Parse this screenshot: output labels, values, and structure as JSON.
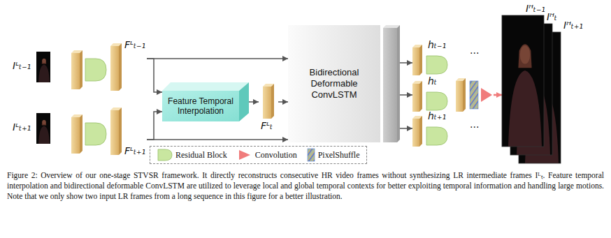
{
  "diagram": {
    "caption": "Figure 2: Overview of our one-stage STVSR framework. It directly reconstructs consecutive HR video frames without synthesizing LR intermediate frames Iᴸₜ. Feature temporal interpolation and bidirectional deformable ConvLSTM are utilized to leverage local and global temporal contexts for better exploiting temporal information and handling large motions. Note that we only show two input LR frames from a long sequence in this figure for a better illustration.",
    "nodes": [
      {
        "text": [
          "Iᴸₜ₋₁"
        ]
      },
      {
        "text": [
          "Iᴸₜ₊₁"
        ]
      },
      {
        "text": [
          "Fᴸₜ₋₁"
        ]
      },
      {
        "text": [
          "Fᴸₜ₊₁"
        ]
      },
      {
        "text": [
          "Feature Temporal Interpolation"
        ]
      },
      {
        "text": [
          "Fᴸₜ"
        ]
      },
      {
        "text": [
          "Bidirectional Deformable ConvLSTM"
        ]
      },
      {
        "text": [
          "hₜ₋₁"
        ]
      },
      {
        "text": [
          "hₜ"
        ]
      },
      {
        "text": [
          "hₜ₊₁"
        ]
      },
      {
        "text": [
          "Iᴴₜ₋₁"
        ]
      },
      {
        "text": [
          "Iᴴₜ"
        ]
      },
      {
        "text": [
          "Iᴴₜ₊₁"
        ]
      }
    ],
    "edges": [
      {
        "from": 2,
        "to": 4,
        "arrow": "to"
      },
      {
        "from": 2,
        "to": 6,
        "arrow": "to"
      },
      {
        "from": 3,
        "to": 4,
        "arrow": "to"
      },
      {
        "from": 3,
        "to": 6,
        "arrow": "to"
      },
      {
        "from": 4,
        "to": 5,
        "arrow": "to"
      },
      {
        "from": 5,
        "to": 6,
        "arrow": "to"
      },
      {
        "from": 6,
        "to": 7,
        "arrow": "to"
      },
      {
        "from": 6,
        "to": 8,
        "arrow": "to"
      },
      {
        "from": 6,
        "to": 9,
        "arrow": "to"
      },
      {
        "from": 8,
        "to": 10,
        "arrow": "to"
      }
    ],
    "labels": [
      "...",
      "..."
    ],
    "legend": [
      {
        "text": "Residual Block",
        "color": "#c9e6a0"
      },
      {
        "text": "Convolution",
        "color": "#f07c7c"
      },
      {
        "text": "PixelShuffle"
      }
    ]
  }
}
